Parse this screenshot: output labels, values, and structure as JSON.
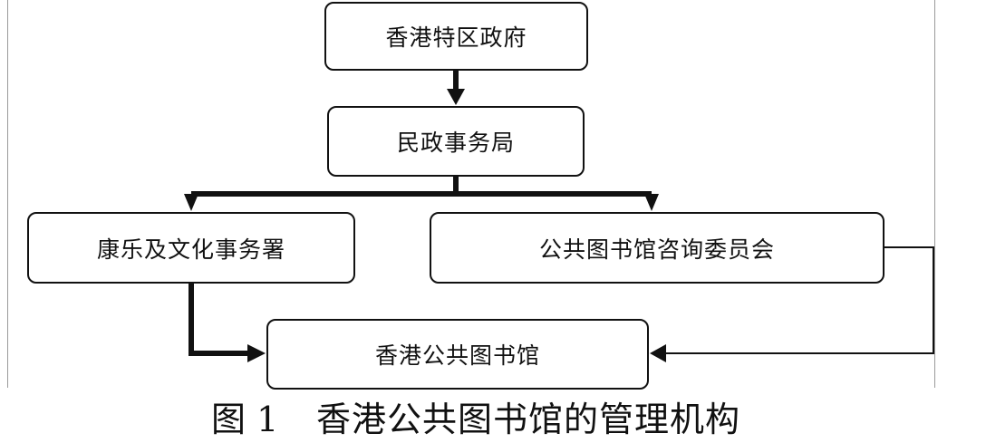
{
  "nodes": {
    "gov": "香港特区政府",
    "civic": "民政事务局",
    "lcsd": "康乐及文化事务署",
    "advisory": "公共图书馆咨询委员会",
    "hkpl": "香港公共图书馆"
  },
  "caption": {
    "figure_number": "图 1",
    "title": "香港公共图书馆的管理机构"
  },
  "colors": {
    "line": "#111111",
    "frame": "#9a9a9a"
  }
}
